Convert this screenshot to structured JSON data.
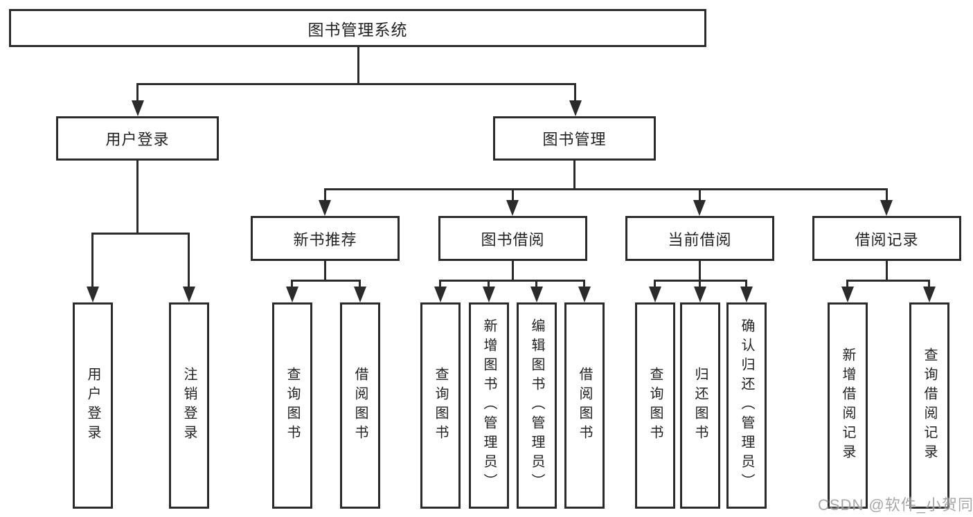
{
  "diagram": {
    "title": "图书管理系统",
    "level2": {
      "user_login": "用户登录",
      "book_mgmt": "图书管理"
    },
    "level3": {
      "new_book": "新书推荐",
      "book_borrow": "图书借阅",
      "current_borrow": "当前借阅",
      "borrow_record": "借阅记录"
    },
    "leaves": {
      "user_login": [
        "用户登录",
        "注销登录"
      ],
      "new_book": [
        "查询图书",
        "借阅图书"
      ],
      "book_borrow": [
        "查询图书",
        "新增图书（管理员）",
        "编辑图书（管理员）",
        "借阅图书"
      ],
      "current_borrow": [
        "查询图书",
        "归还图书",
        "确认归还（管理员）"
      ],
      "borrow_record": [
        "新增借阅记录",
        "查询借阅记录"
      ]
    }
  },
  "watermark": "CSDN @软件_小贺同学",
  "colors": {
    "line": "#2b2b2b",
    "text": "#222222",
    "watermark": "#9e9e9e",
    "background": "#ffffff"
  }
}
